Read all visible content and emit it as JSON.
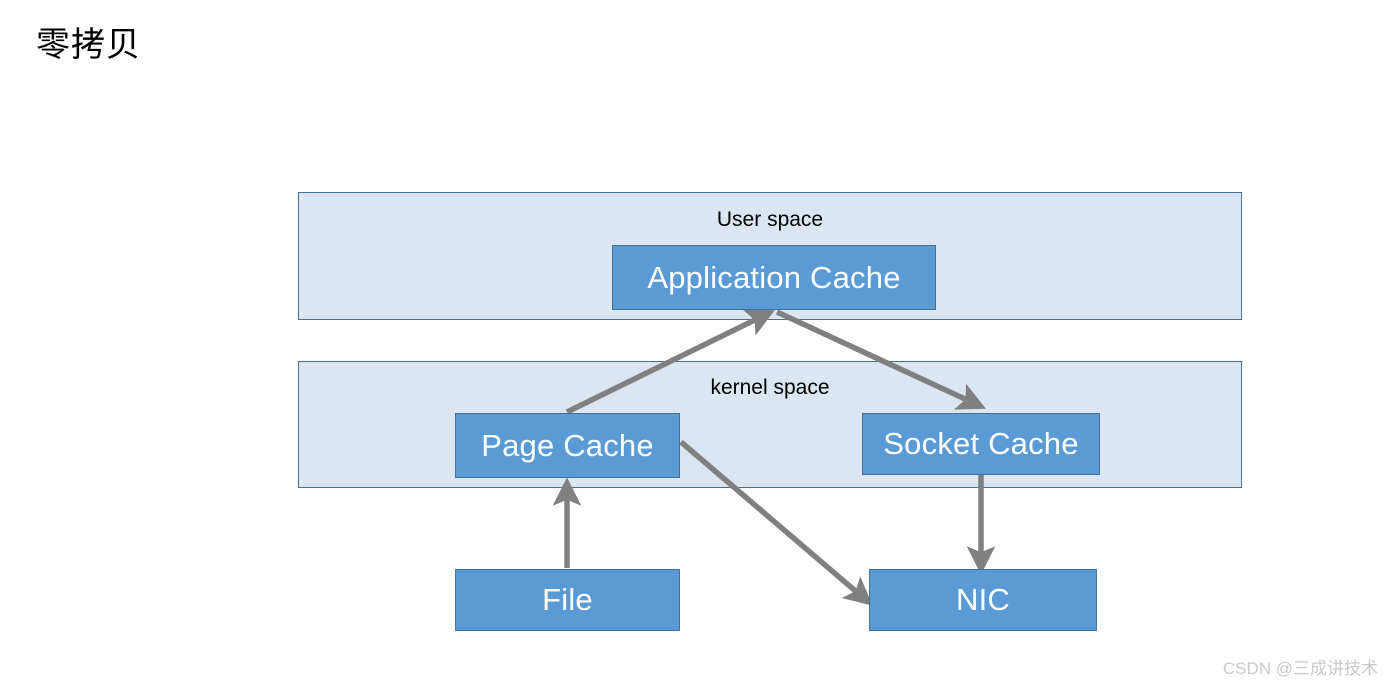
{
  "slide": {
    "title": "零拷贝",
    "background_color": "#ffffff"
  },
  "theme": {
    "band_fill": "#dce6f2",
    "band_border": "#41719c",
    "node_fill": "#5b9bd5",
    "node_border": "#41719c",
    "node_text": "#ffffff",
    "arrow_color": "#808080",
    "title_text": "#000000",
    "watermark_text": "#c9c9c9"
  },
  "diagram": {
    "bands": [
      {
        "id": "user-space",
        "label": "User space"
      },
      {
        "id": "kernel-space",
        "label": "kernel space"
      }
    ],
    "nodes": [
      {
        "id": "application-cache",
        "label": "Application Cache",
        "band": "user-space"
      },
      {
        "id": "page-cache",
        "label": "Page Cache",
        "band": "kernel-space"
      },
      {
        "id": "socket-cache",
        "label": "Socket Cache",
        "band": "kernel-space"
      },
      {
        "id": "file",
        "label": "File",
        "band": null
      },
      {
        "id": "nic",
        "label": "NIC",
        "band": null
      }
    ],
    "arrows": [
      {
        "id": "file-to-page-cache",
        "from": "file",
        "to": "page-cache",
        "direction": "up"
      },
      {
        "id": "page-cache-to-application-cache",
        "from": "page-cache",
        "to": "application-cache",
        "direction": "up-right"
      },
      {
        "id": "application-cache-to-socket-cache",
        "from": "application-cache",
        "to": "socket-cache",
        "direction": "down-right"
      },
      {
        "id": "socket-cache-to-nic",
        "from": "socket-cache",
        "to": "nic",
        "direction": "down"
      },
      {
        "id": "page-cache-to-nic",
        "from": "page-cache",
        "to": "nic",
        "direction": "down-right"
      }
    ]
  },
  "watermark": {
    "text": "CSDN @三成讲技术"
  }
}
